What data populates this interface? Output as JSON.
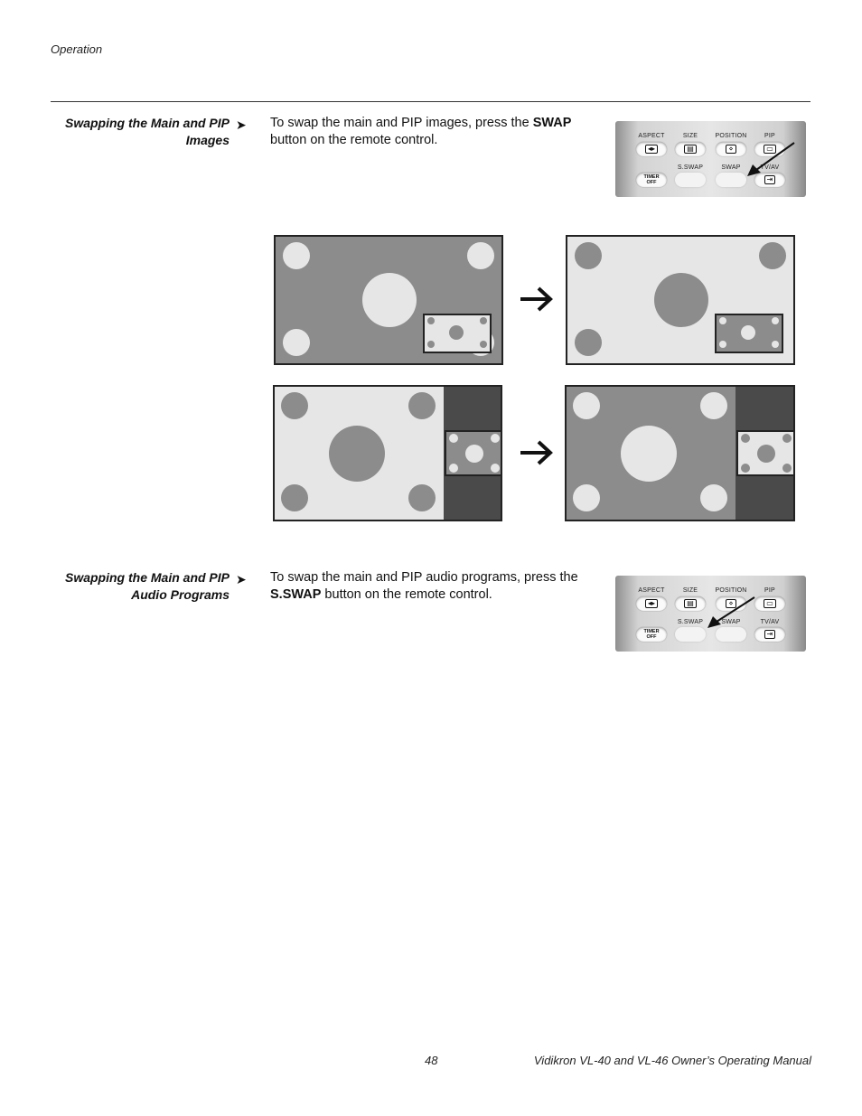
{
  "header": {
    "section_label": "Operation"
  },
  "sections": [
    {
      "heading_line1": "Swapping the Main and PIP",
      "heading_line2": "Images",
      "text_before": "To swap the main and PIP images, press the ",
      "bold": "SWAP",
      "text_after": " button on the remote control."
    },
    {
      "heading_line1": "Swapping the Main and PIP",
      "heading_line2": "Audio Programs",
      "text_before": "To swap the main and PIP audio programs, press the ",
      "bold": "S.SWAP",
      "text_after": " button on the remote control."
    }
  ],
  "remote": {
    "labels_top": [
      "ASPECT",
      "SIZE",
      "POSITION",
      "PIP"
    ],
    "labels_bottom": [
      "S.SWAP",
      "SWAP",
      "TV/AV"
    ],
    "timer_line1": "TIMER",
    "timer_line2": "OFF"
  },
  "colors": {
    "screen_dark": "#8c8c8c",
    "screen_light": "#e6e6e6",
    "side_bar": "#4a4a4a"
  },
  "footer": {
    "page_number": "48",
    "manual_title": "Vidikron VL-40 and VL-46 Owner’s Operating Manual"
  }
}
